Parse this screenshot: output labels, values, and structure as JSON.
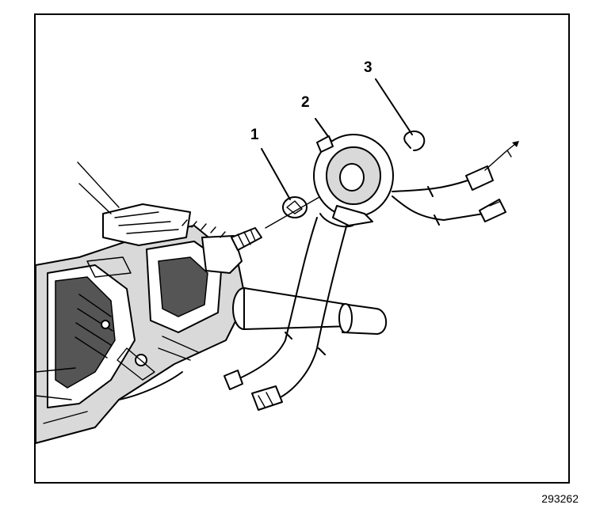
{
  "callouts": [
    {
      "id": "1",
      "label": "1"
    },
    {
      "id": "2",
      "label": "2"
    },
    {
      "id": "3",
      "label": "3"
    }
  ],
  "figure_number": "293262"
}
